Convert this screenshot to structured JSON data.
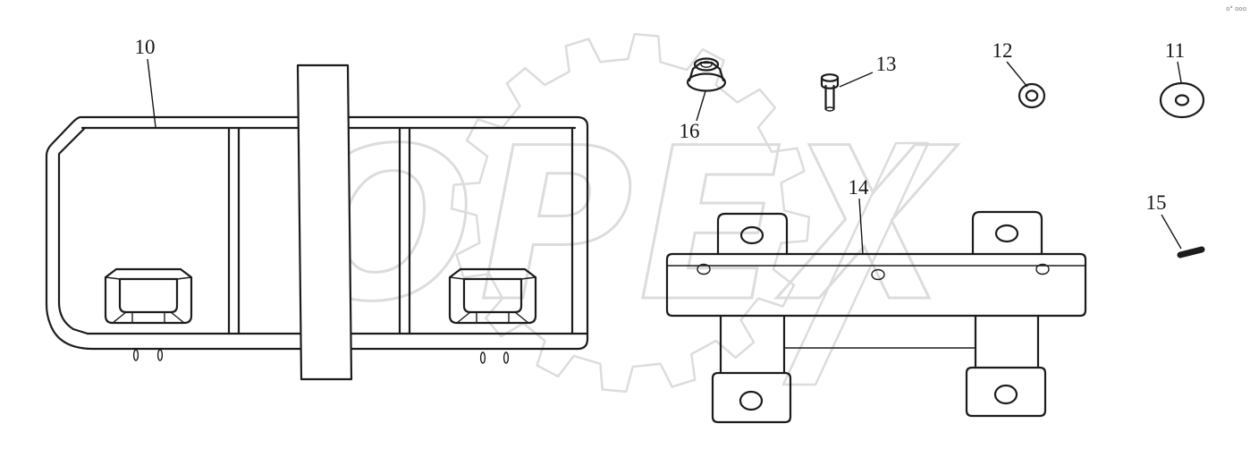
{
  "figure": {
    "watermark_text": "OPEX",
    "corner_mark": "o° ooo",
    "callouts": [
      {
        "num": "10",
        "part": "battery-box"
      },
      {
        "num": "11",
        "part": "washer-large"
      },
      {
        "num": "12",
        "part": "washer-small"
      },
      {
        "num": "13",
        "part": "bolt"
      },
      {
        "num": "14",
        "part": "mounting-bracket"
      },
      {
        "num": "15",
        "part": "pin"
      },
      {
        "num": "16",
        "part": "clip-nut"
      }
    ]
  },
  "colors": {
    "line": "#1c1c1c",
    "watermark": "#dcdcdc",
    "background": "#ffffff"
  }
}
